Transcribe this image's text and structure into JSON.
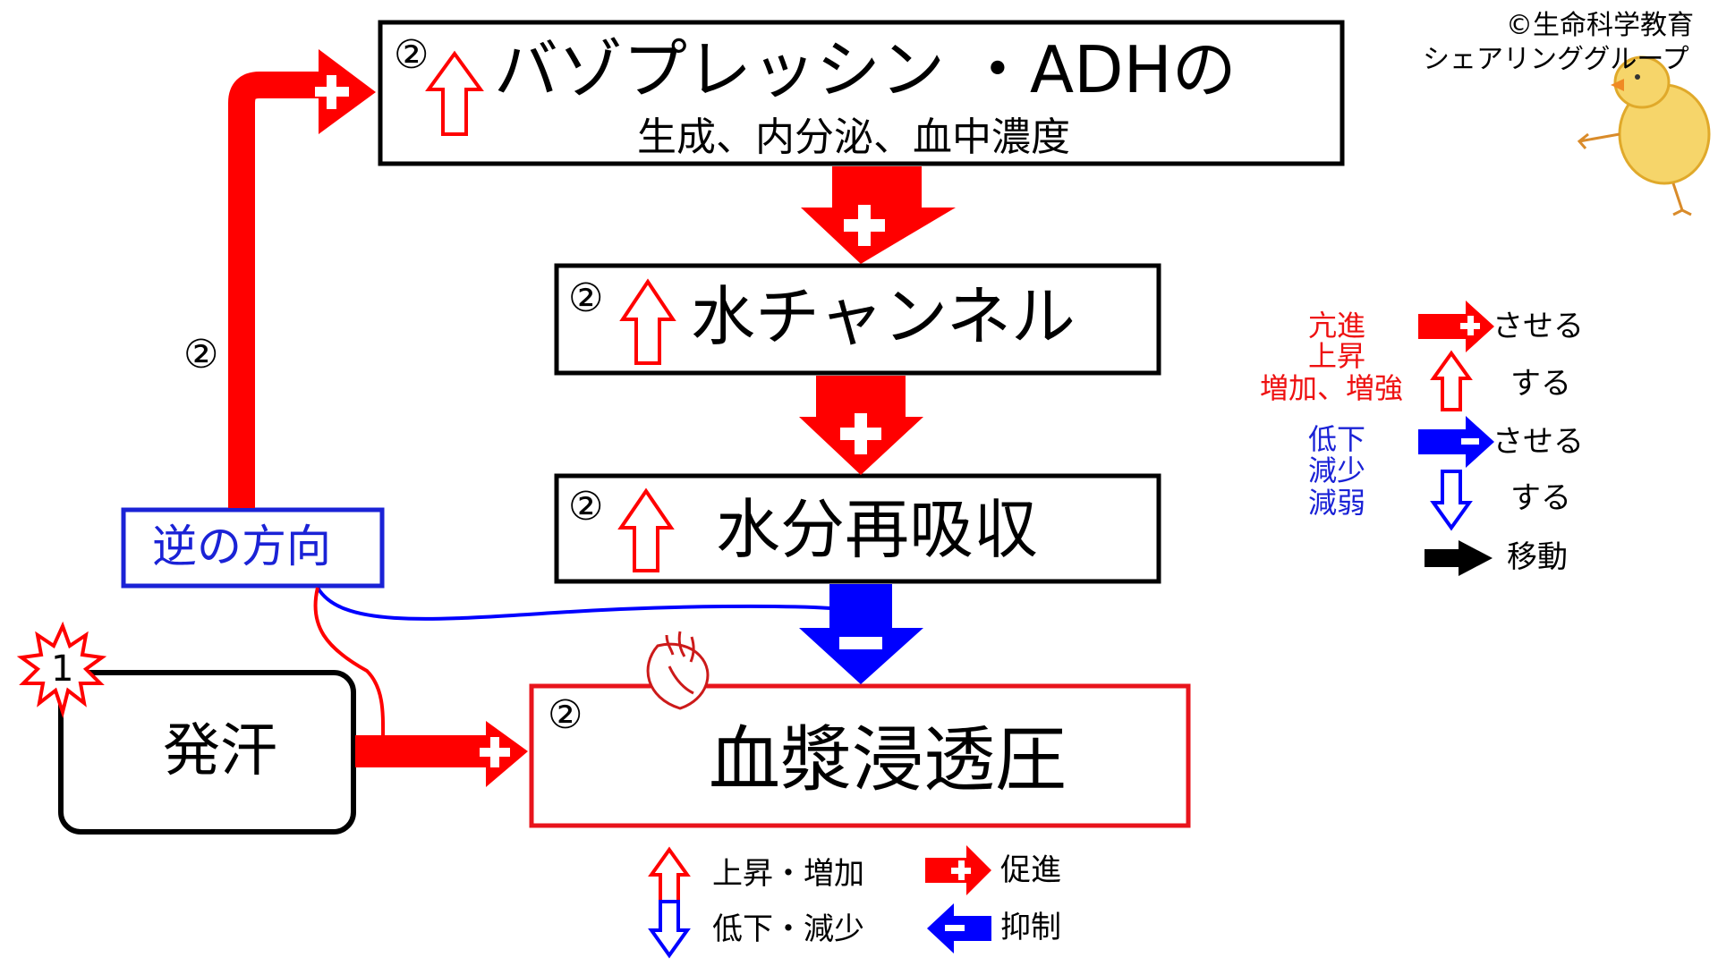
{
  "copyright": {
    "line1": "©生命科学教育",
    "line2": "シェアリンググループ"
  },
  "boxes": {
    "adh": {
      "step": "②",
      "title": "バゾプレッシン ・ADHの",
      "subtitle": "生成、内分泌、血中濃度"
    },
    "water_channel": {
      "step": "②",
      "title": "水チャンネル"
    },
    "reabsorption": {
      "step": "②",
      "title": "水分再吸収"
    },
    "plasma_osmolality": {
      "step": "②",
      "title": "血漿浸透圧"
    },
    "sweating": {
      "badge": "1",
      "title": "発汗"
    },
    "reverse_direction": {
      "title": "逆の方向"
    }
  },
  "pathway_step_label": "②",
  "legend_right": {
    "red_terms": [
      "亢進",
      "上昇",
      "増加、増強"
    ],
    "blue_terms": [
      "低下",
      "減少",
      "減弱"
    ],
    "promote_suffix": "させる",
    "up_suffix": "する",
    "inhibit_suffix": "させる",
    "down_suffix": "する",
    "move_label": "移動"
  },
  "legend_bottom": {
    "up": "上昇・増加",
    "down": "低下・減少",
    "promote": "促進",
    "inhibit": "抑制"
  },
  "colors": {
    "promote": "#ff0000",
    "inhibit": "#0000ff",
    "plasma_border": "#e8141c",
    "reverse_box": "#1a22d6",
    "chick": "#f2c94c"
  }
}
